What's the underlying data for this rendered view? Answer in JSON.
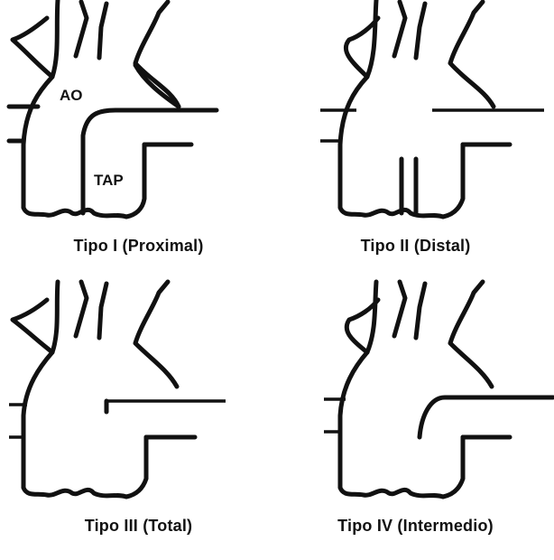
{
  "panels": [
    {
      "caption": "Tipo I (Proximal)",
      "labels": {
        "aorta": "AO",
        "pulmonary_trunk": "TAP"
      }
    },
    {
      "caption": "Tipo II (Distal)"
    },
    {
      "caption": "Tipo III (Total)"
    },
    {
      "caption": "Tipo IV (Intermedio)"
    }
  ],
  "colors": {
    "stroke": "#111111",
    "background": "#ffffff"
  }
}
